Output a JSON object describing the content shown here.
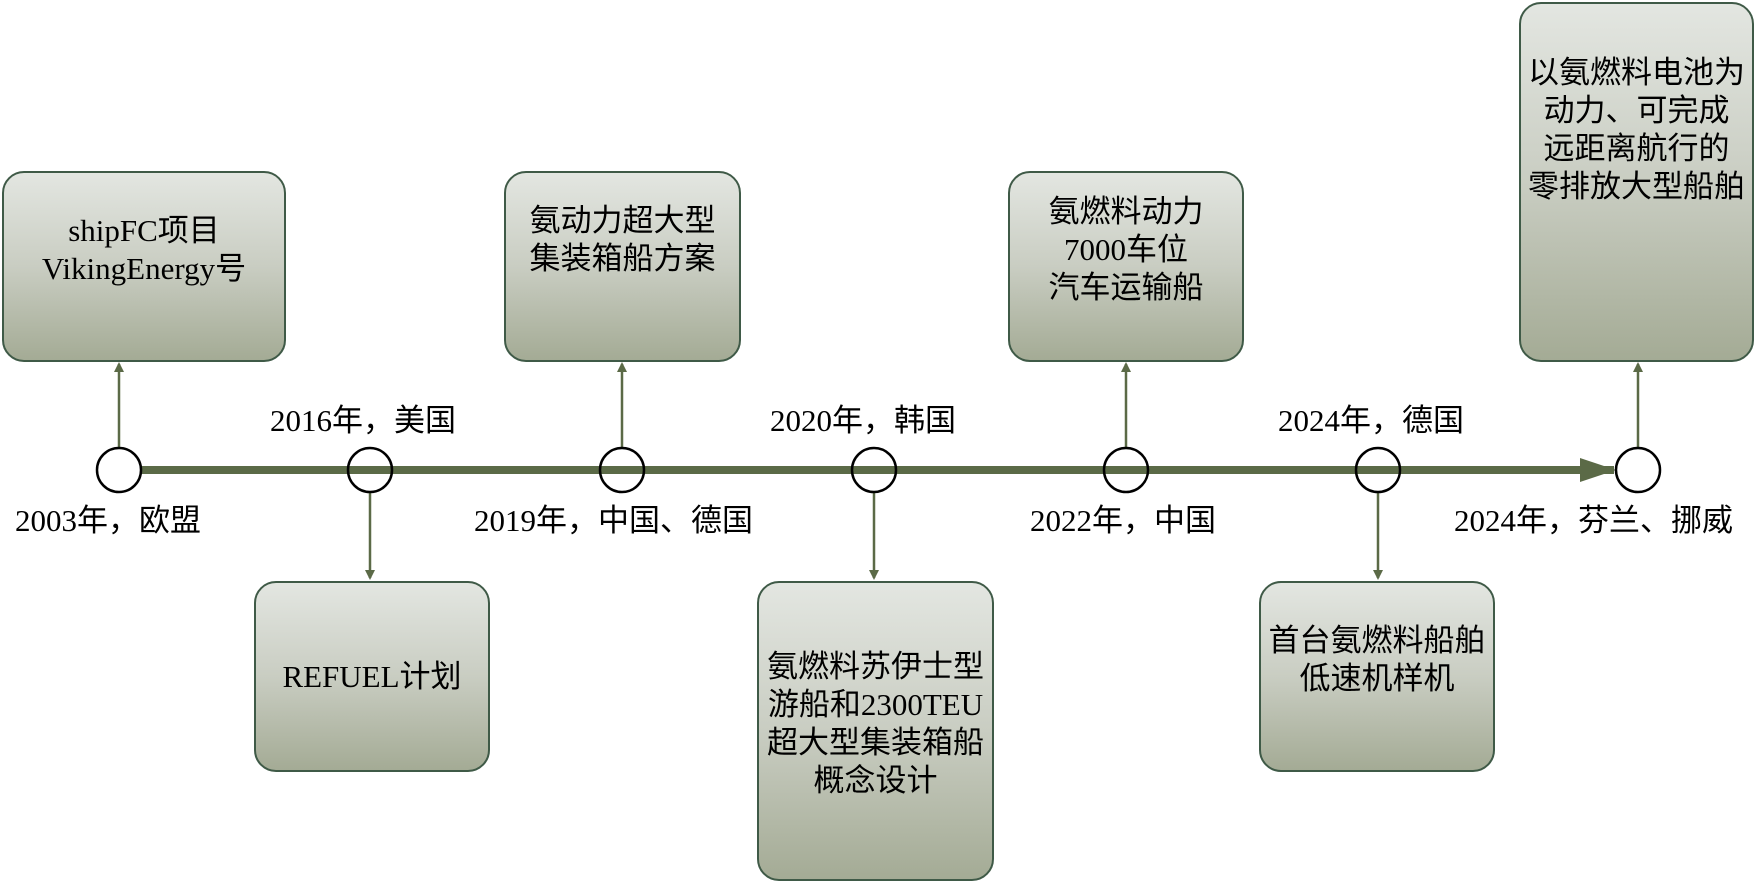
{
  "colors": {
    "line": "#5b6a47",
    "box_border": "#3f5a47",
    "box_top": "#e3e6e1",
    "box_bottom": "#a4ab95"
  },
  "events": [
    {
      "label": "2003年，欧盟",
      "box": "shipFC项目\nVikingEnergy号"
    },
    {
      "label": "2016年，美国",
      "box": "REFUEL计划"
    },
    {
      "label": "2019年，中国、德国",
      "box": "氨动力超大型\n集装箱船方案"
    },
    {
      "label": "2020年，韩国",
      "box": "氨燃料苏伊士型\n游船和2300TEU\n超大型集装箱船\n概念设计"
    },
    {
      "label": "2022年，中国",
      "box": "氨燃料动力\n7000车位\n汽车运输船"
    },
    {
      "label": "2024年，德国",
      "box": "首台氨燃料船舶\n低速机样机"
    },
    {
      "label": "2024年，芬兰、挪威",
      "box": "以氨燃料电池为\n动力、可完成\n远距离航行的\n零排放大型船舶"
    }
  ]
}
